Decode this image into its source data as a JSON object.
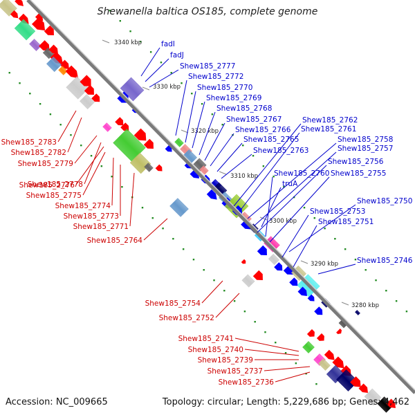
{
  "title": "Shewanella baltica OS185, complete genome",
  "accession": "Accession: NC_009665",
  "summary": "Topology: circular; Length: 5,229,686 bp; Genes: 4,462",
  "colors": {
    "backbone": "#7a7a7a",
    "forward_strand": "#0000ff",
    "reverse_strand": "#ff0000",
    "forward_label": "#0000cc",
    "reverse_label": "#cc0000",
    "gc_dots": "#228b22"
  },
  "scale_labels": [
    "3340 kbp",
    "3330 kbp",
    "3320 kbp",
    "3310 kbp",
    "3300 kbp",
    "3290 kbp",
    "3280 kbp"
  ],
  "forward_genes": [
    "fadI",
    "fadJ",
    "Shew185_2777",
    "Shew185_2772",
    "Shew185_2770",
    "Shew185_2769",
    "Shew185_2768",
    "Shew185_2767",
    "Shew185_2766",
    "Shew185_2765",
    "Shew185_2763",
    "Shew185_2762",
    "Shew185_2761",
    "Shew185_2758",
    "Shew185_2757",
    "Shew185_2756",
    "Shew185_2760",
    "Shew185_2755",
    "truA",
    "Shew185_2750",
    "Shew185_2753",
    "Shew185_2751",
    "Shew185_2746"
  ],
  "reverse_genes": [
    "Shew185_2783",
    "Shew185_2782",
    "Shew185_2779",
    "Shew185_2778",
    "Shew185_2776",
    "Shew185_2775",
    "Shew185_2774",
    "Shew185_2773",
    "Shew185_2771",
    "Shew185_2764",
    "Shew185_2754",
    "Shew185_2752",
    "Shew185_2741",
    "Shew185_2740",
    "Shew185_2739",
    "Shew185_2737",
    "Shew185_2736"
  ]
}
